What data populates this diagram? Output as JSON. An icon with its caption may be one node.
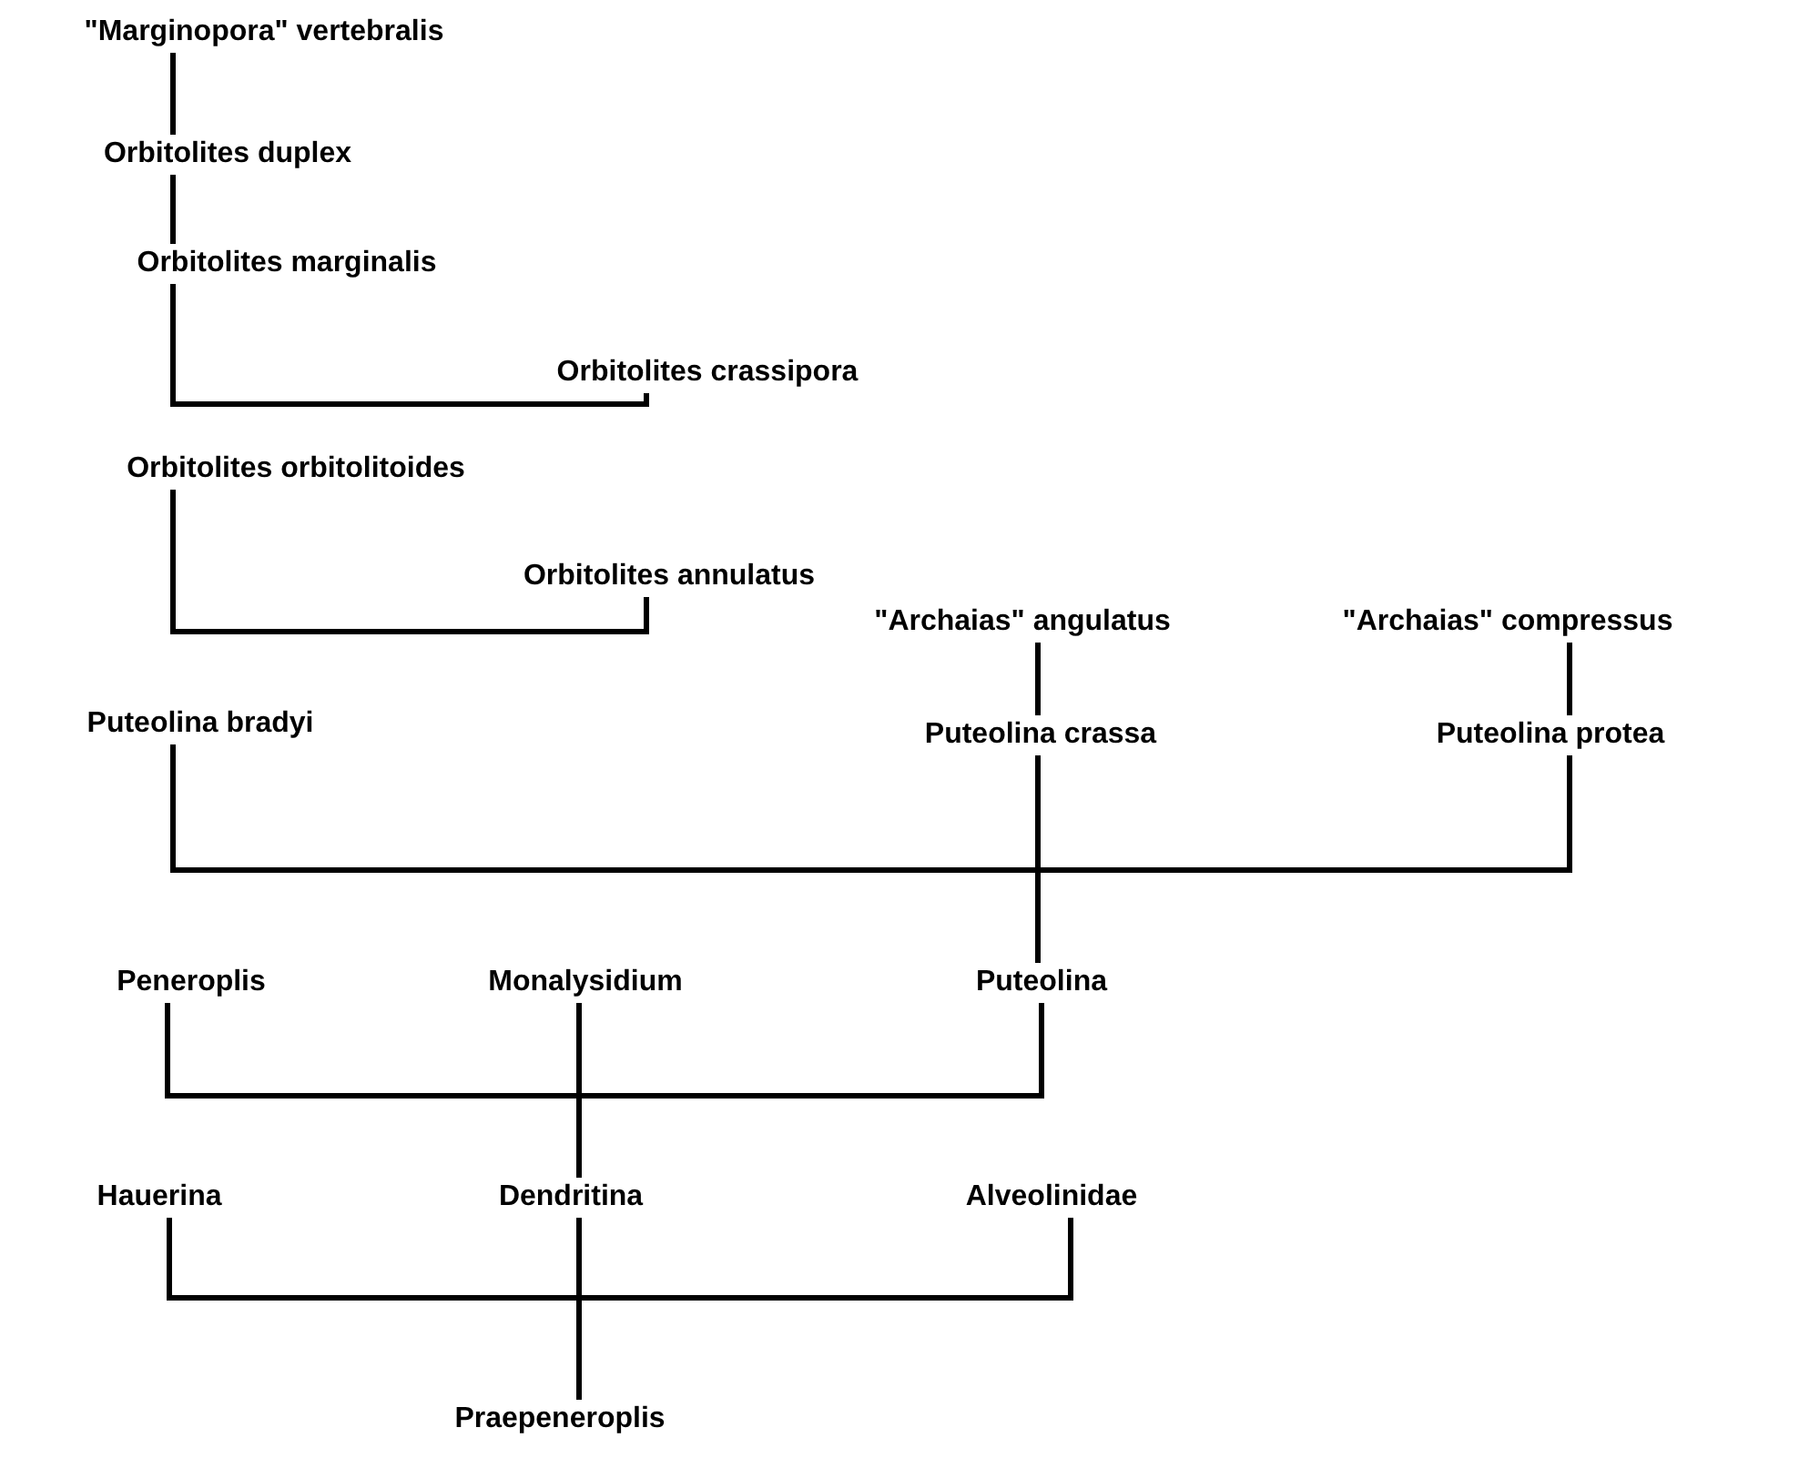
{
  "diagram": {
    "nodes": [
      {
        "text": [
          "\"Marginopora\" vertebralis"
        ]
      },
      {
        "text": [
          "Orbitolites duplex"
        ]
      },
      {
        "text": [
          "Orbitolites marginalis"
        ]
      },
      {
        "text": [
          "Orbitolites crassipora"
        ]
      },
      {
        "text": [
          "Orbitolites orbitolitoides"
        ]
      },
      {
        "text": [
          "Orbitolites annulatus"
        ]
      },
      {
        "text": [
          "\"Archaias\" angulatus"
        ]
      },
      {
        "text": [
          "\"Archaias\" compressus"
        ]
      },
      {
        "text": [
          "Puteolina bradyi"
        ]
      },
      {
        "text": [
          "Puteolina crassa"
        ]
      },
      {
        "text": [
          "Puteolina protea"
        ]
      },
      {
        "text": [
          "Peneroplis"
        ]
      },
      {
        "text": [
          "Monalysidium"
        ]
      },
      {
        "text": [
          "Puteolina"
        ]
      },
      {
        "text": [
          "Hauerina"
        ]
      },
      {
        "text": [
          "Dendritina"
        ]
      },
      {
        "text": [
          "Alveolinidae"
        ]
      },
      {
        "text": [
          "Praepeneroplis"
        ]
      }
    ],
    "edges": [
      {
        "from": 0,
        "to": 1,
        "arrow": "none"
      },
      {
        "from": 1,
        "to": 2,
        "arrow": "none"
      },
      {
        "from": 2,
        "to": 3,
        "arrow": "none"
      },
      {
        "from": 4,
        "to": 5,
        "arrow": "none"
      },
      {
        "from": 6,
        "to": 9,
        "arrow": "none"
      },
      {
        "from": 7,
        "to": 10,
        "arrow": "none"
      },
      {
        "from": 8,
        "to": 13,
        "arrow": "none"
      },
      {
        "from": 9,
        "to": 13,
        "arrow": "none"
      },
      {
        "from": 10,
        "to": 13,
        "arrow": "none"
      },
      {
        "from": 11,
        "to": 15,
        "arrow": "none"
      },
      {
        "from": 12,
        "to": 15,
        "arrow": "none"
      },
      {
        "from": 13,
        "to": 15,
        "arrow": "none"
      },
      {
        "from": 14,
        "to": 17,
        "arrow": "none"
      },
      {
        "from": 15,
        "to": 17,
        "arrow": "none"
      },
      {
        "from": 16,
        "to": 17,
        "arrow": "none"
      }
    ]
  }
}
